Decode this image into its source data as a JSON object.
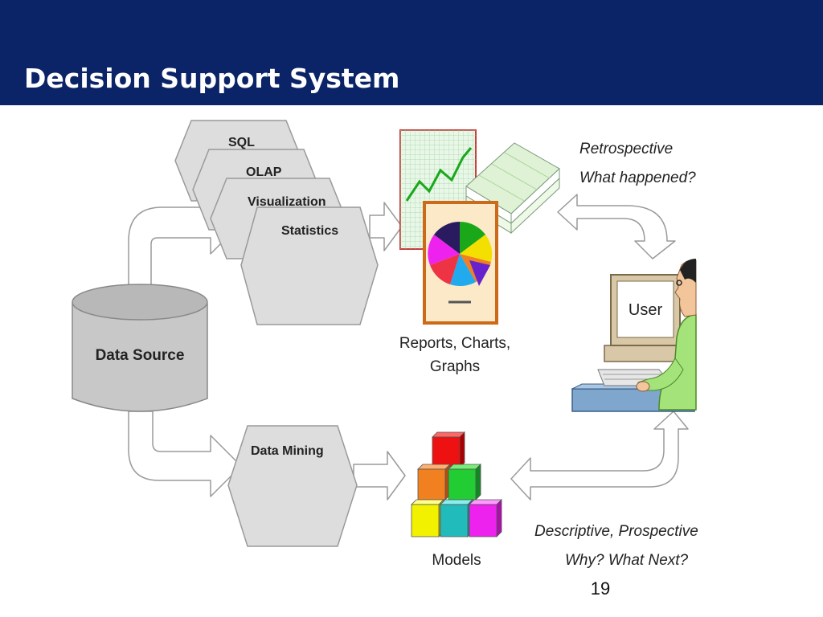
{
  "slide": {
    "title": "Decision Support System",
    "page_number": "19"
  },
  "diagram": {
    "data_source": "Data Source",
    "tools": [
      "SQL",
      "OLAP",
      "Visualization",
      "Statistics"
    ],
    "data_mining": "Data Mining",
    "reports_caption": [
      "Reports, Charts,",
      "Graphs"
    ],
    "models_caption": "Models",
    "retrospective": [
      "Retrospective",
      "What happened?"
    ],
    "prospective": [
      "Descriptive, Prospective",
      "Why? What Next?"
    ],
    "user_label": "User"
  },
  "colors": {
    "header": "#0b2467",
    "arrow_fill": "#ffffff",
    "arrow_stroke": "#9a9a9a",
    "hexagon": "#dddddd",
    "cylinder": "#c8c8c8",
    "cube_red": "#ee1111",
    "cube_orange": "#f08020",
    "cube_green": "#22cc33",
    "cube_yellow": "#f2f200",
    "cube_teal": "#22bbbb",
    "cube_magenta": "#ee22ee"
  }
}
